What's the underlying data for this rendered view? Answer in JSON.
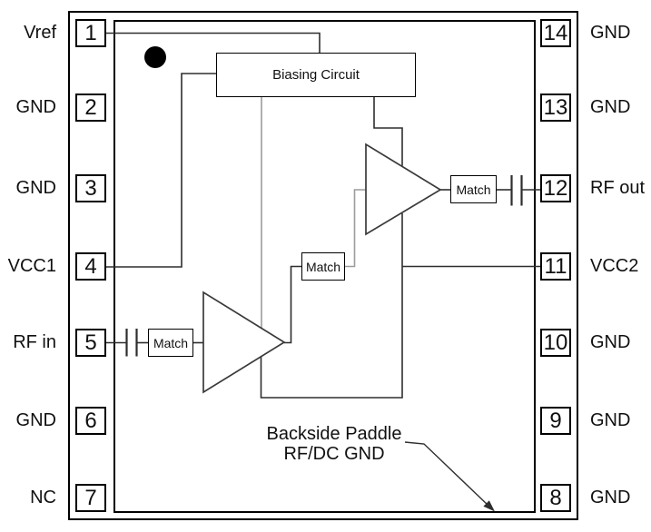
{
  "diagram": {
    "left_pins": [
      {
        "num": "1",
        "label": "Vref"
      },
      {
        "num": "2",
        "label": "GND"
      },
      {
        "num": "3",
        "label": "GND"
      },
      {
        "num": "4",
        "label": "VCC1"
      },
      {
        "num": "5",
        "label": "RF in"
      },
      {
        "num": "6",
        "label": "GND"
      },
      {
        "num": "7",
        "label": "NC"
      }
    ],
    "right_pins": [
      {
        "num": "14",
        "label": "GND"
      },
      {
        "num": "13",
        "label": "GND"
      },
      {
        "num": "12",
        "label": "RF out"
      },
      {
        "num": "11",
        "label": "VCC2"
      },
      {
        "num": "10",
        "label": "GND"
      },
      {
        "num": "9",
        "label": "GND"
      },
      {
        "num": "8",
        "label": "GND"
      }
    ],
    "blocks": {
      "biasing_label": "Biasing Circuit",
      "input_match_label": "Match",
      "interstage_match_label": "Match",
      "output_match_label": "Match"
    },
    "note": {
      "line1": "Backside Paddle",
      "line2": "RF/DC GND"
    },
    "colors": {
      "wire": "#2e2e2e",
      "gray_wire": "#9c9c9c",
      "border": "#000000",
      "text": "#101010",
      "background": "#ffffff"
    }
  }
}
